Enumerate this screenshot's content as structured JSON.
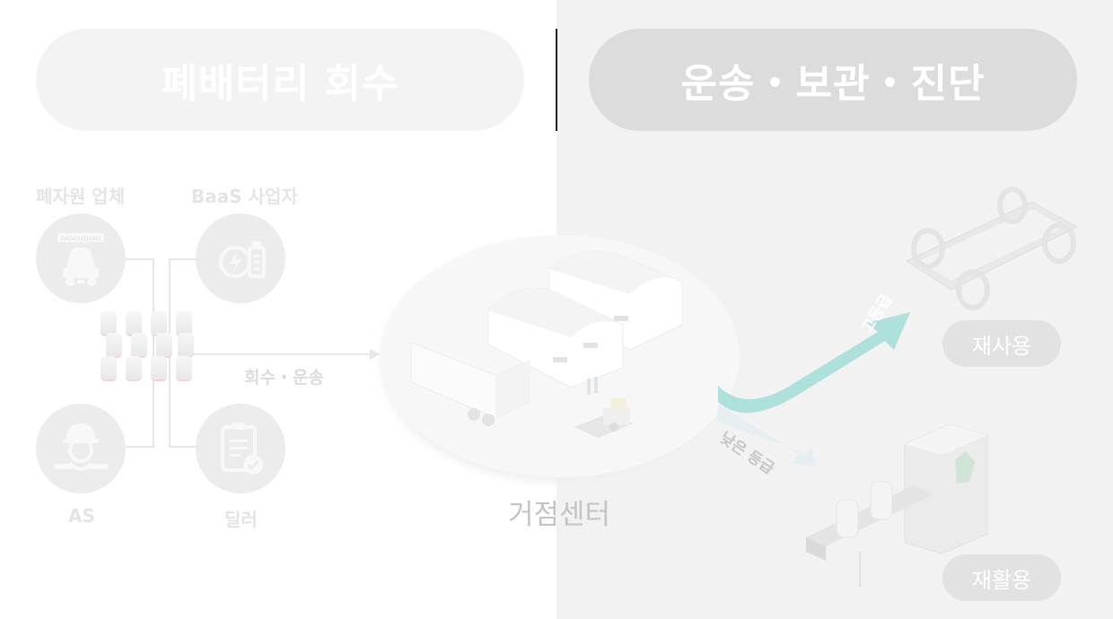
{
  "header": {
    "left_title": "폐배터리 회수",
    "right_title": "운송・보관・진단"
  },
  "sources": {
    "scrap": "폐자원 업체",
    "baas": "BaaS 사업자",
    "as": "AS",
    "dealer": "딜러",
    "scrap_truck_sign": "DATAOKDOKO"
  },
  "flow": {
    "collect_transport": "회수・운송",
    "center": "거점센터",
    "high_grade": "고등급",
    "low_grade": "낮은 등급"
  },
  "outcomes": {
    "reuse": "재사용",
    "recycle": "재활용"
  },
  "colors": {
    "right_panel": "#f2f2f2",
    "arrow_reuse": "#aee0dc",
    "arrow_recycle": "#e6eef1"
  },
  "icons": [
    "truck-icon",
    "battery-lightning-icon",
    "mechanic-icon",
    "clipboard-check-icon",
    "battery-cells-icon",
    "warehouse-icon",
    "truck-trailer-icon",
    "forklift-icon",
    "ev-chassis-icon",
    "recycling-machine-icon"
  ]
}
